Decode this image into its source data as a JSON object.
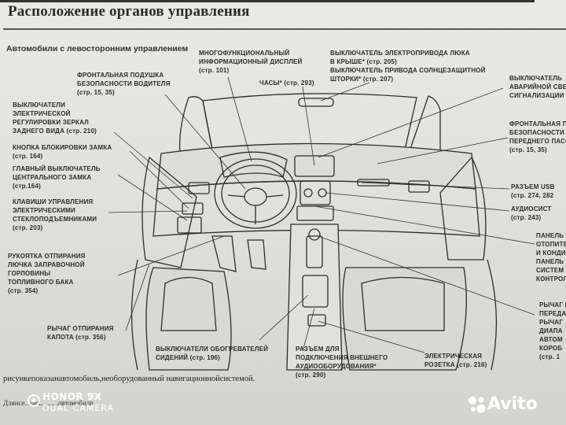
{
  "header": {
    "title": "Расположение органов управления",
    "subtitle": "Автомобили с левосторонним управлением"
  },
  "labels": {
    "multi_display": [
      "МНОГОФУНКЦИОНАЛЬНЫЙ",
      "ИНФОРМАЦИОННЫЙ ДИСПЛЕЙ",
      "(стр. 101)"
    ],
    "sunroof": [
      "ВЫКЛЮЧАТЕЛЬ ЭЛЕКТРОПРИВОДА ЛЮКА",
      "В КРЫШЕ* (стр. 205)",
      "ВЫКЛЮЧАТЕЛЬ ПРИВОДА СОЛНЦЕЗАЩИТНОЙ",
      "ШТОРКИ* (стр. 207)"
    ],
    "airbag_driver": [
      "ФРОНТАЛЬНАЯ ПОДУШКА",
      "БЕЗОПАСНОСТИ ВОДИТЕЛЯ",
      "(стр. 15, 35)"
    ],
    "clock": "ЧАСЫ* (стр. 293)",
    "hazard": [
      "ВЫКЛЮЧАТЕЛЬ",
      "АВАРИЙНОЙ СВЕТОВОЙ",
      "СИГНАЛИЗАЦИИ (стр."
    ],
    "mirrors": [
      "ВЫКЛЮЧАТЕЛИ",
      "ЭЛЕКТРИЧЕСКОЙ",
      "РЕГУЛИРОВКИ ЗЕРКАЛ",
      "ЗАДНЕГО ВИДА (стр. 210)"
    ],
    "airbag_pass": [
      "ФРОНТАЛЬНАЯ ПОД",
      "БЕЗОПАСНОСТИ",
      "ПЕРЕДНЕГО ПАССА",
      "(стр. 15, 35)"
    ],
    "lock_button": [
      "КНОПКА БЛОКИРОВКИ ЗАМКА",
      "(стр. 164)"
    ],
    "central_lock": [
      "ГЛАВНЫЙ ВЫКЛЮЧАТЕЛЬ",
      "ЦЕНТРАЛЬНОГО ЗАМКА",
      "(стр.164)"
    ],
    "usb": [
      "РАЗЪЕМ USB",
      "(стр. 274, 282"
    ],
    "audio": [
      "АУДИОСИСТ",
      "(стр. 243)"
    ],
    "windows": [
      "КЛАВИШИ УПРАВЛЕНИЯ",
      "ЭЛЕКТРИЧЕСКИМИ",
      "СТЕКЛОПОДЪЕМНИКАМИ",
      "(стр. 203)"
    ],
    "climate": [
      "ПАНЕЛЬ УПР",
      "ОТОПИТЕЛ",
      "И КОНДИЦ",
      "ПАНЕЛЬ УП",
      "СИСТЕМ",
      "КОНТРОЛ"
    ],
    "fuel": [
      "РУКОЯТКА ОТПИРАНИЯ",
      "ЛЮЧКА ЗАПРАВОЧНОЙ",
      "ГОРЛОВИНЫ",
      "ТОПЛИВНОГО БАКА",
      "(стр. 354)"
    ],
    "gear": [
      "РЫЧАГ П",
      "ПЕРЕДА",
      "РЫЧАГ",
      "ДИАПА",
      "АВТОМ",
      "КОРОБ",
      "(стр. 1"
    ],
    "hood": [
      "РЫЧАГ ОТПИРАНИЯ",
      "КАПОТА (стр. 356)"
    ],
    "seat_heat": [
      "ВЫКЛЮЧАТЕЛИ ОБОГРЕВАТЕЛЕЙ",
      "СИДЕНИЙ (стр. 196)"
    ],
    "aux": [
      "РАЗЪЕМ ДЛЯ",
      "ПОДКЛЮЧЕНИЯ ВНЕШНЕГО",
      "АУДИООБОРУДОВАНИЯ*",
      "(стр. 290)"
    ],
    "socket": [
      "ЭЛЕКТРИЧЕСКАЯ",
      "РОЗЕТКА (стр. 216)"
    ]
  },
  "footnote": "рисункепоказанавтомобиль,необорудованный навигационнойсистемой.",
  "footer": "Длянсе...овк..........автомобиля",
  "watermark": {
    "camera_model": "HONOR 9X",
    "camera_sub": "DUAL CAMERA",
    "brand": "Avito"
  }
}
